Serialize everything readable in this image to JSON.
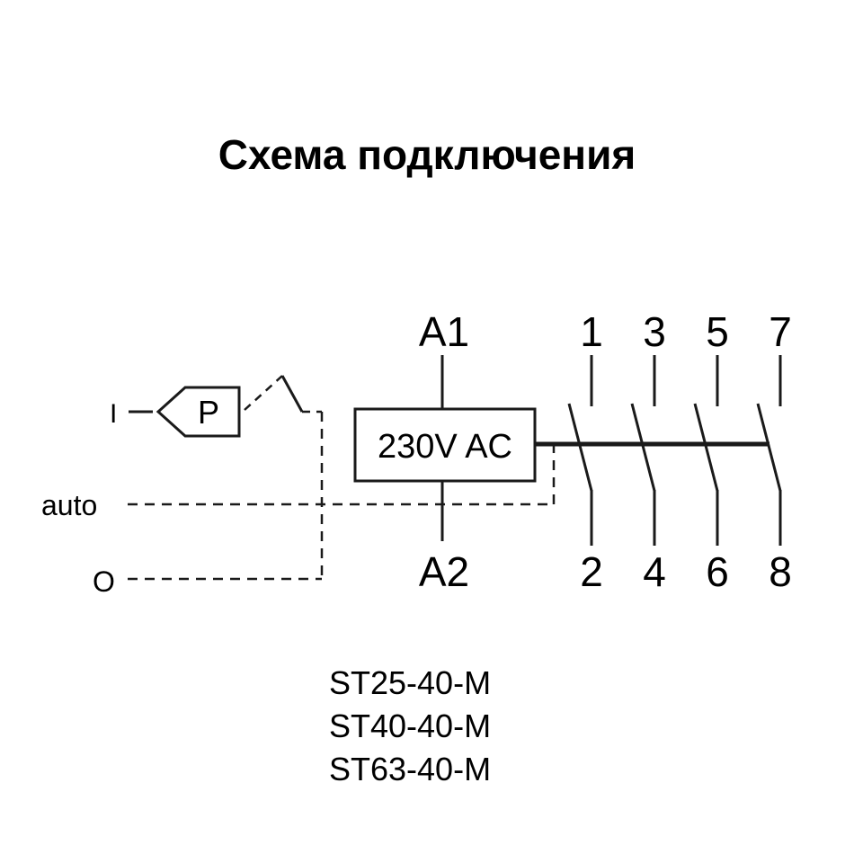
{
  "title": "Схема подключения",
  "diagram": {
    "coil": {
      "label": "230V AC",
      "terminal_top": "A1",
      "terminal_bottom": "A2"
    },
    "contacts": {
      "top_terminals": [
        "1",
        "3",
        "5",
        "7"
      ],
      "bottom_terminals": [
        "2",
        "4",
        "6",
        "8"
      ]
    },
    "manual_control": {
      "on_label": "I",
      "button_label": "P",
      "auto_label": "auto",
      "off_label": "O"
    }
  },
  "models": [
    "ST25-40-M",
    "ST40-40-M",
    "ST63-40-M"
  ],
  "colors": {
    "line": "#1a1a1a",
    "background": "#ffffff",
    "text": "#000000"
  }
}
